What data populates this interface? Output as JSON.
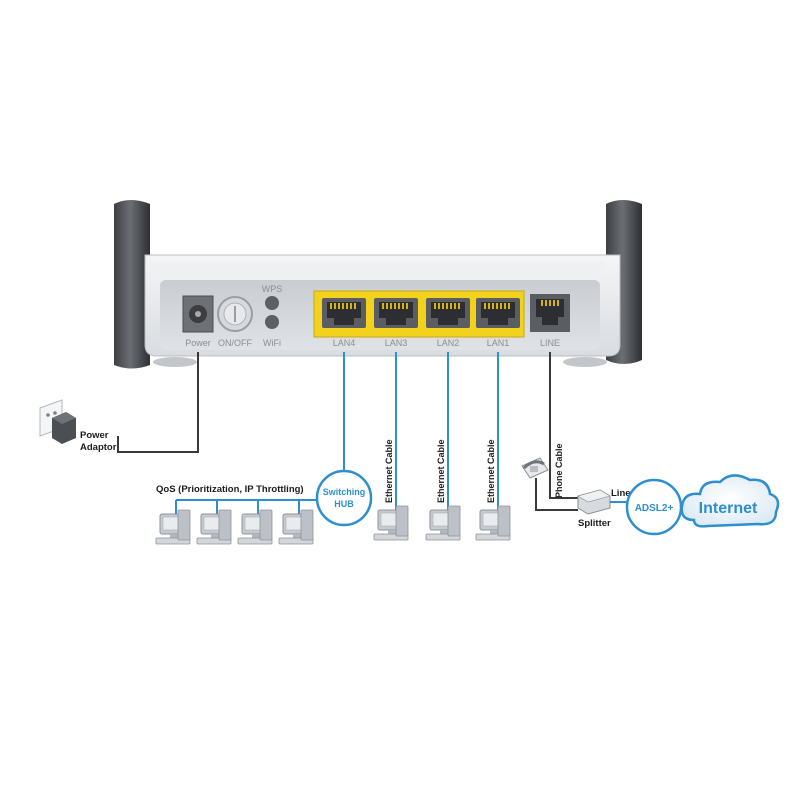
{
  "router": {
    "buttons": {
      "power": "Power",
      "onoff": "ON/OFF",
      "wps": "WPS",
      "wifi": "WiFi"
    },
    "ports": {
      "lan4": "LAN4",
      "lan3": "LAN3",
      "lan2": "LAN2",
      "lan1": "LAN1",
      "line": "LINE"
    }
  },
  "labels": {
    "power_adaptor_line1": "Power",
    "power_adaptor_line2": "Adaptor",
    "qos": "QoS (Prioritization, IP Throttling)",
    "hub_line1": "Switching",
    "hub_line2": "HUB",
    "ethernet_cable": "Ethernet Cable",
    "phone_cable": "Phone Cable",
    "line": "Line",
    "splitter": "Splitter",
    "adsl": "ADSL2+",
    "internet": "Internet"
  },
  "colors": {
    "port_yellow": "#f2d21d",
    "link_blue": "#2d8fd0",
    "router_body": "#e8eaed"
  }
}
